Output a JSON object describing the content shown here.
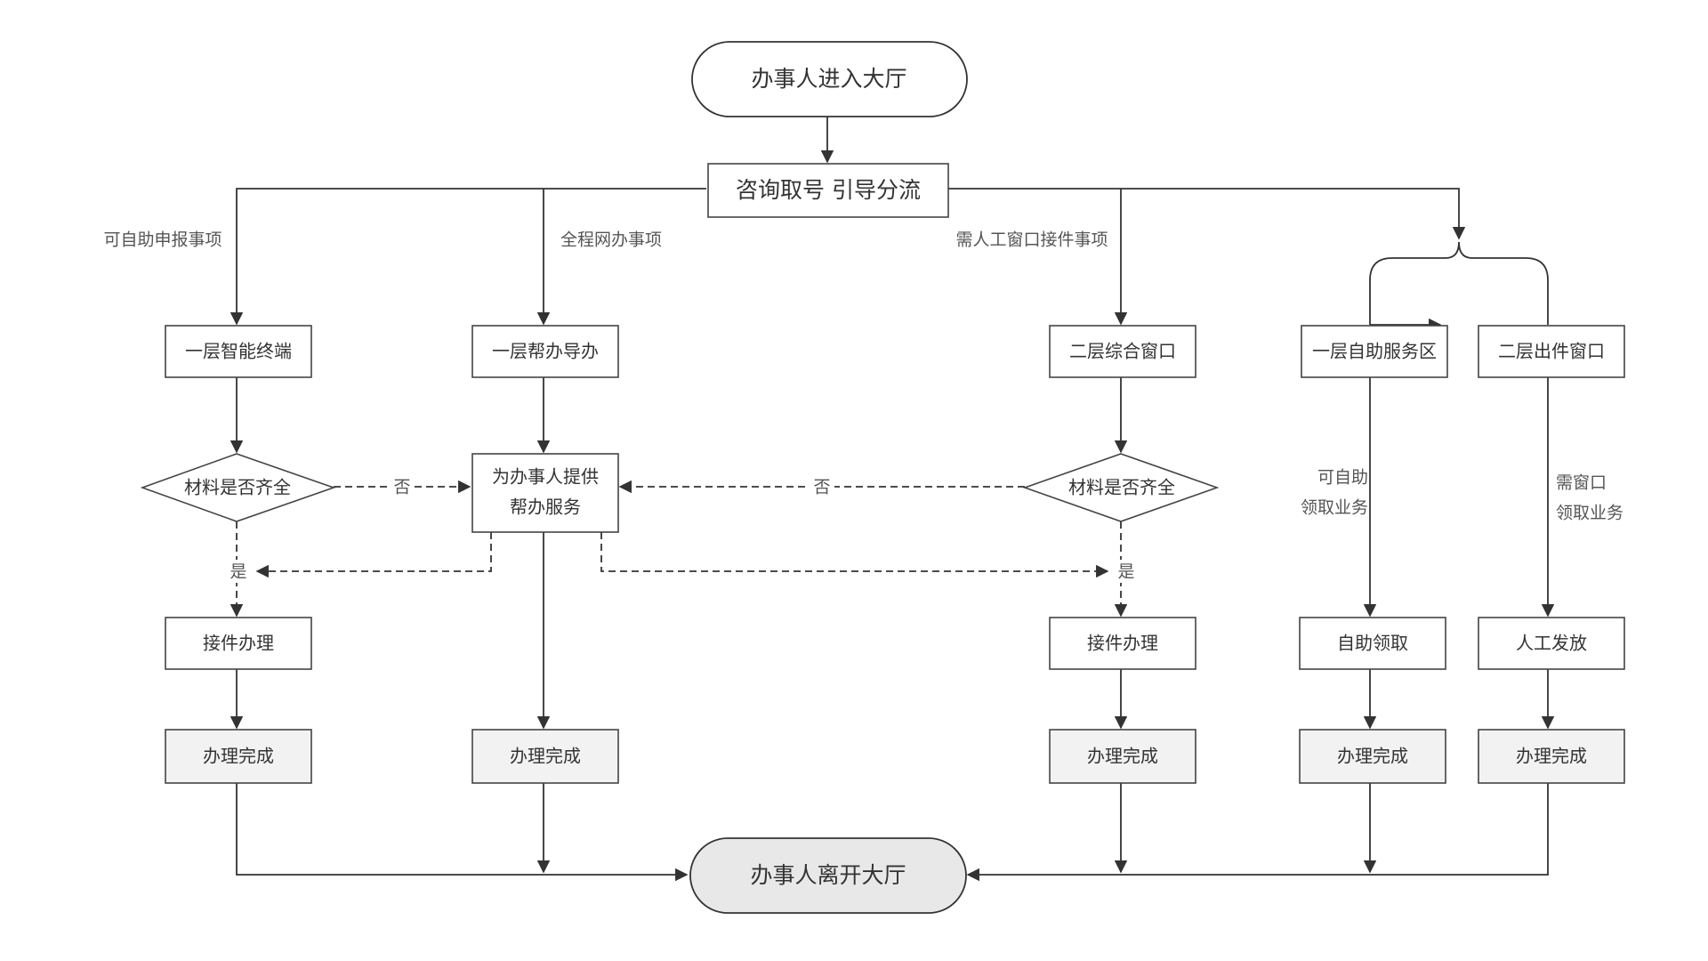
{
  "diagram": {
    "nodes": {
      "start": "办事人进入大厅",
      "consult": "咨询取号  引导分流",
      "smart_terminal": "一层智能终端",
      "help_guide": "一层帮办导办",
      "comprehensive_window": "二层综合窗口",
      "self_service_area": "一层自助服务区",
      "issue_window": "二层出件窗口",
      "decision_left": "材料是否齐全",
      "help_service_line1": "为办事人提供",
      "help_service_line2": "帮办服务",
      "decision_right": "材料是否齐全",
      "accept_left": "接件办理",
      "accept_right": "接件办理",
      "self_pickup": "自助领取",
      "manual_issue": "人工发放",
      "done_1": "办理完成",
      "done_2": "办理完成",
      "done_3": "办理完成",
      "done_4": "办理完成",
      "done_5": "办理完成",
      "end": "办事人离开大厅"
    },
    "labels": {
      "self_report": "可自助申报事项",
      "online": "全程网办事项",
      "manual_window": "需人工窗口接件事项",
      "no_left": "否",
      "no_right": "否",
      "yes_left": "是",
      "yes_right": "是",
      "self_pickup_line1": "可自助",
      "self_pickup_line2": "领取业务",
      "window_pickup_line1": "需窗口",
      "window_pickup_line2": "领取业务"
    }
  }
}
